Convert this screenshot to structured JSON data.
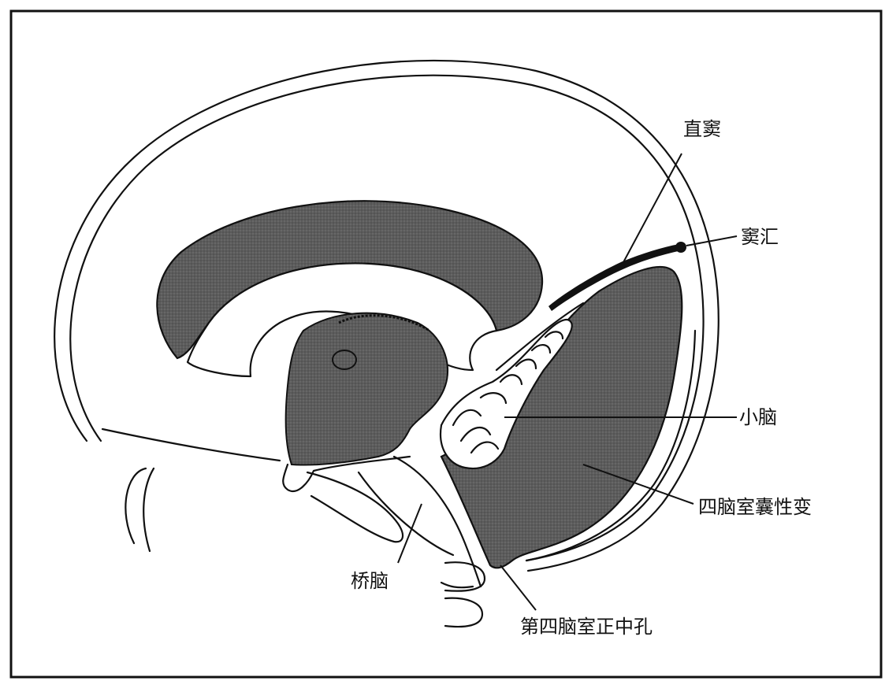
{
  "figure": {
    "labels": {
      "straight_sinus": "直窦",
      "confluence_of_sinuses": "窦汇",
      "cerebellum": "小脑",
      "fourth_ventricle_cyst": "四脑室囊性变",
      "pons": "桥脑",
      "median_aperture": "第四脑室正中孔"
    },
    "colors": {
      "shading": "#5a5a5a",
      "dark_shading": "#4a4a4a",
      "sinus": "#111111",
      "line": "#111111",
      "background": "#ffffff"
    }
  }
}
